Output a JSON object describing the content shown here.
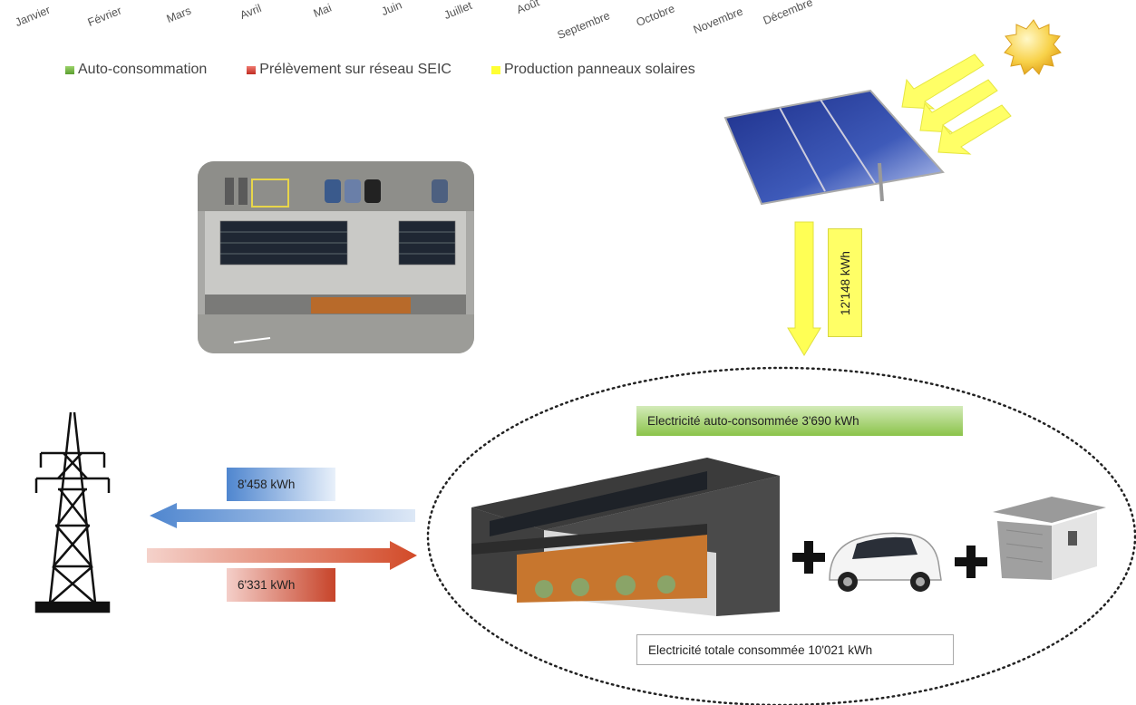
{
  "months": [
    "Janvier",
    "Février",
    "Mars",
    "Avril",
    "Mai",
    "Juin",
    "Juillet",
    "Août",
    "Septembre",
    "Octobre",
    "Novembre",
    "Décembre"
  ],
  "legend": [
    {
      "label": "Auto-consommation",
      "color": "#70ad47"
    },
    {
      "label": "Prélèvement sur réseau SEIC",
      "color": "#e0443a"
    },
    {
      "label": "Production panneaux solaires",
      "color": "#ffff00"
    }
  ],
  "flows": {
    "solar_production": "12'148 kWh",
    "export_to_grid": "8'458 kWh",
    "import_from_grid": "6'331 kWh",
    "self_consumed": "Electricité auto-consommée   3'690 kWh",
    "total_consumed": "Electricité totale consommée 10'021 kWh"
  },
  "colors": {
    "export_arrow": "#4f86cf",
    "import_arrow": "#d24a28",
    "solar_arrow": "#ffff55",
    "self_consumed": "#8bc34a"
  }
}
